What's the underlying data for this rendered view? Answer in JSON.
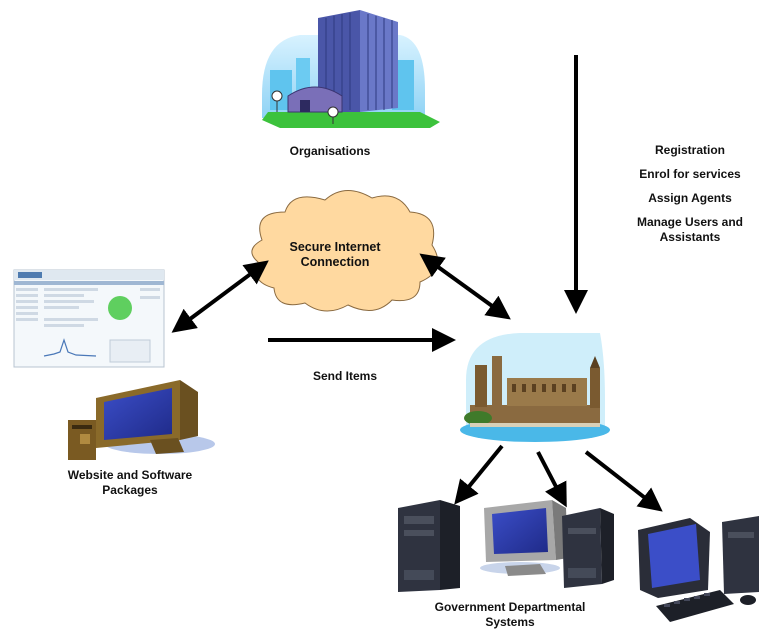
{
  "nodes": {
    "organisations": "Organisations",
    "secure_connection": "Secure Internet Connection",
    "website_software": "Website and Software Packages",
    "government_systems": "Government Departmental Systems"
  },
  "edges": {
    "send_items": "Send Items"
  },
  "processes": [
    "Registration",
    "Enrol for services",
    "Assign Agents",
    "Manage Users and Assistants"
  ]
}
